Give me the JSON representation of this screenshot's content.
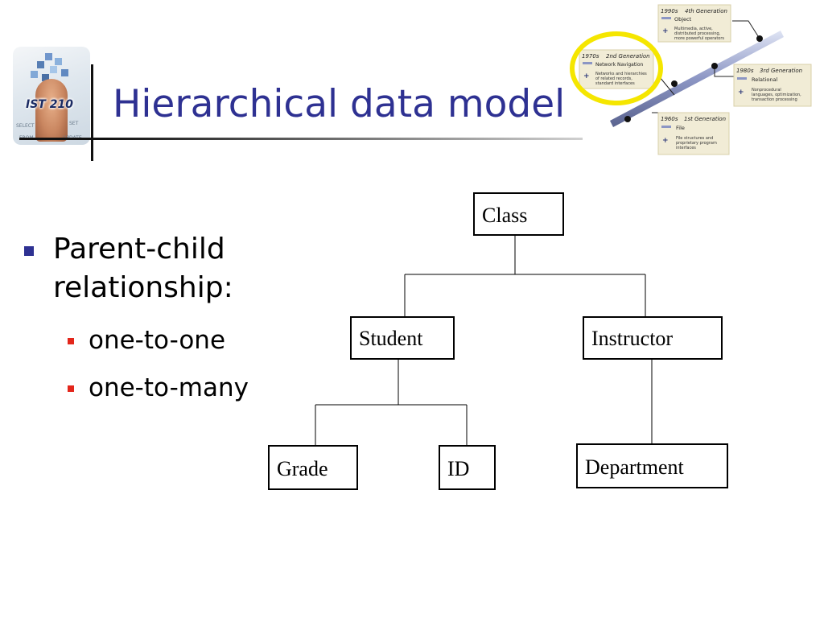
{
  "logo": {
    "label": "IST 210",
    "small_words": [
      "SELECT",
      "SET",
      "FROM",
      "UPDATE"
    ]
  },
  "title": "Hierarchical data model",
  "bullets": {
    "main": "Parent-child relationship:",
    "subs": [
      "one-to-one",
      "one-to-many"
    ]
  },
  "tree": {
    "nodes": {
      "class": "Class",
      "student": "Student",
      "instructor": "Instructor",
      "grade": "Grade",
      "id": "ID",
      "department": "Department"
    }
  },
  "timeline": {
    "generations": [
      {
        "decade": "1990s",
        "name": "4th Generation",
        "model": "Object",
        "desc1": "Multimedia, active,",
        "desc2": "distributed processing,",
        "desc3": "more powerful operators"
      },
      {
        "decade": "1970s",
        "name": "2nd Generation",
        "model": "Network Navigation",
        "desc1": "Networks and hierarchies",
        "desc2": "of related records,",
        "desc3": "standard interfaces"
      },
      {
        "decade": "1980s",
        "name": "3rd Generation",
        "model": "Relational",
        "desc1": "Nonprocedural",
        "desc2": "languages, optimization,",
        "desc3": "transaction processing"
      },
      {
        "decade": "1960s",
        "name": "1st Generation",
        "model": "File",
        "desc1": "File structures and",
        "desc2": "proprietary program",
        "desc3": "interfaces"
      }
    ]
  },
  "colors": {
    "title": "#2e3192",
    "bullet_main": "#2e3192",
    "bullet_sub": "#e3261b",
    "highlight": "#f5e600"
  }
}
